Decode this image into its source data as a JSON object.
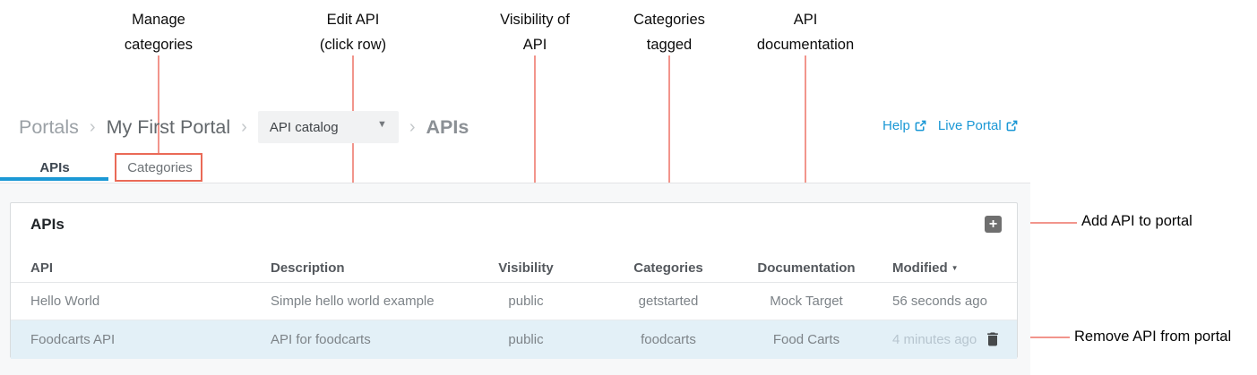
{
  "colors": {
    "accent_blue": "#1b98d5",
    "annotation_line": "#f18980",
    "annotation_box": "#ea6a57",
    "row_highlight": "#e3f0f7"
  },
  "annotations": {
    "callouts": [
      {
        "line1": "Manage",
        "line2": "categories"
      },
      {
        "line1": "Edit API",
        "line2": "(click row)"
      },
      {
        "line1": "Visibility of",
        "line2": "API"
      },
      {
        "line1": "Categories",
        "line2": "tagged"
      },
      {
        "line1": "API",
        "line2": "documentation"
      }
    ],
    "add_api_label": "Add API to portal",
    "remove_api_label": "Remove API from portal"
  },
  "breadcrumb": {
    "portals": "Portals",
    "portal_name": "My First Portal",
    "dropdown_value": "API catalog",
    "current": "APIs",
    "separator": "›",
    "caret_icon": "▼"
  },
  "header_links": {
    "help": "Help",
    "live_portal": "Live Portal"
  },
  "tabs": [
    {
      "label": "APIs",
      "active": true
    },
    {
      "label": "Categories",
      "active": false
    }
  ],
  "card": {
    "title": "APIs",
    "add_icon": "+",
    "table": {
      "columns": [
        "API",
        "Description",
        "Visibility",
        "Categories",
        "Documentation",
        "Modified"
      ],
      "sort_icon": "▼",
      "rows": [
        {
          "api": "Hello World",
          "description": "Simple hello world example",
          "visibility": "public",
          "categories": "getstarted",
          "documentation": "Mock Target",
          "modified": "56 seconds ago",
          "highlighted": false
        },
        {
          "api": "Foodcarts API",
          "description": "API for foodcarts",
          "visibility": "public",
          "categories": "foodcarts",
          "documentation": "Food Carts",
          "modified": "4 minutes ago",
          "highlighted": true
        }
      ]
    }
  }
}
